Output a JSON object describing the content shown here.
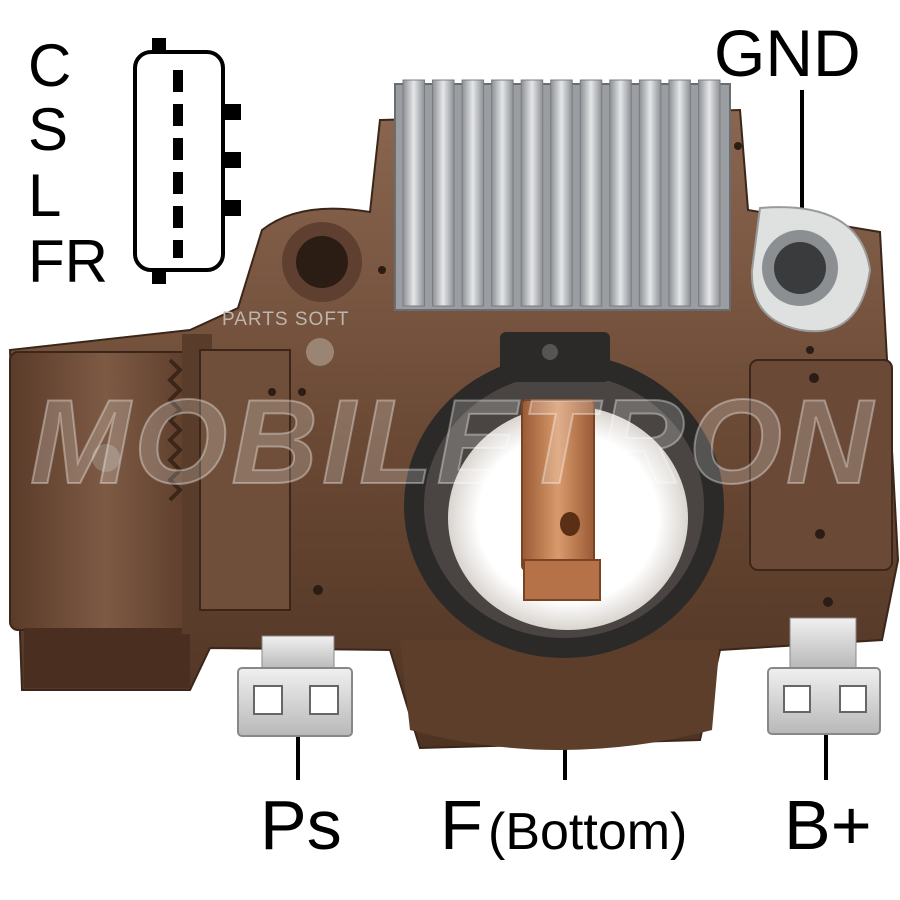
{
  "connector_pins": [
    "C",
    "S",
    "L",
    "FR"
  ],
  "terminals": {
    "gnd": "GND",
    "ps": "Ps",
    "f": "F",
    "f_note": "(Bottom)",
    "b_plus": "B+"
  },
  "watermarks": {
    "small": "PARTS SOFT",
    "large": "MOBILETRON"
  },
  "colors": {
    "housing": "#6b4a35",
    "heatsink": "#b9bcbf",
    "copper_brush": "#c07a50",
    "seal": "#2c2a28",
    "terminal_metal": "#d8d8d8"
  }
}
